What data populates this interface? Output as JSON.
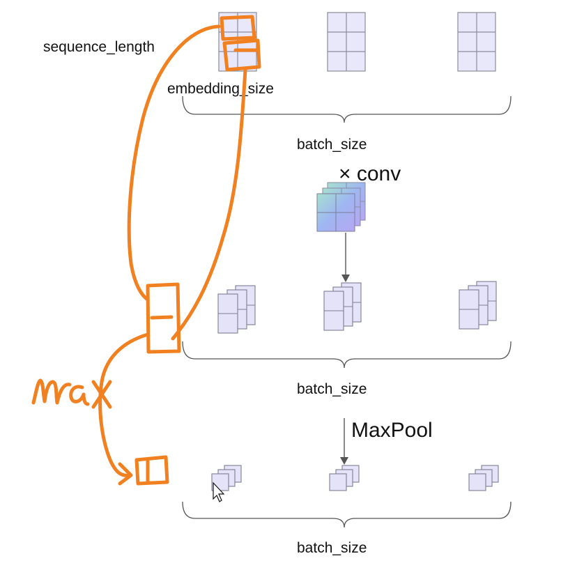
{
  "labels": {
    "sequence_length": "sequence_length",
    "embedding_size": "embedding_size",
    "batch_size_1": "batch_size",
    "batch_size_2": "batch_size",
    "batch_size_3": "batch_size",
    "conv": "× conv",
    "maxpool": "MaxPool"
  },
  "annotations": {
    "handwritten": "max"
  },
  "colors": {
    "ink": "#f08020",
    "cell_fill": "#e9e8fb",
    "cell_stroke": "#8a8a9a",
    "kernel_gradient": [
      "#9fd8c9",
      "#a8a6f0"
    ]
  },
  "icons": [
    "mouse-cursor-icon"
  ]
}
